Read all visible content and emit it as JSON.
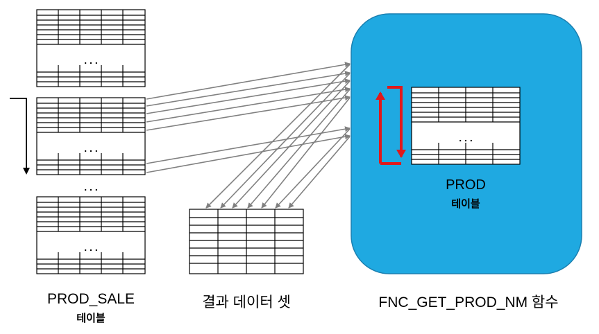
{
  "labels": {
    "prod_sale_title": "PROD_SALE",
    "prod_sale_sub": "테이블",
    "result_title": "결과 데이터 셋",
    "function_title": "FNC_GET_PROD_NM 함수",
    "prod_title": "PROD",
    "prod_sub": "테이블"
  },
  "ellipsis": ". . .",
  "colors": {
    "function_box_fill": "#1fa9e1",
    "function_box_stroke": "#1a7fb0",
    "arrow_gray": "#808080",
    "loop_red": "#e0191b",
    "table_line": "#000000"
  }
}
